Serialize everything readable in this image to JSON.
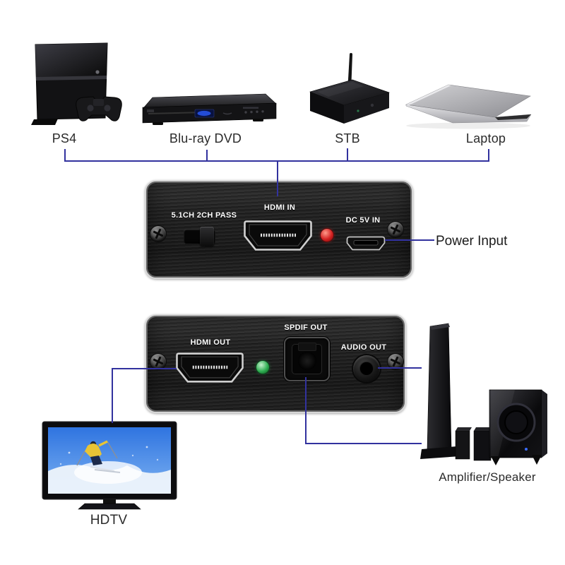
{
  "colors": {
    "background": "#ffffff",
    "cable": "#32329e",
    "label_text": "#2b2b2b",
    "port_label_text": "#ffffff",
    "led_red": "#d42222",
    "led_green": "#2fae52"
  },
  "sources": [
    {
      "id": "ps4",
      "label": "PS4"
    },
    {
      "id": "bluray",
      "label": "Blu-ray DVD"
    },
    {
      "id": "stb",
      "label": "STB"
    },
    {
      "id": "laptop",
      "label": "Laptop"
    }
  ],
  "extractor_front": {
    "switch_label": "5.1CH 2CH PASS",
    "hdmi_in_label": "HDMI IN",
    "power_port_label": "DC 5V IN"
  },
  "power_input_label": "Power Input",
  "extractor_rear": {
    "hdmi_out_label": "HDMI OUT",
    "spdif_out_label": "SPDIF OUT",
    "audio_out_label": "AUDIO OUT"
  },
  "outputs": [
    {
      "id": "hdtv",
      "label": "HDTV"
    },
    {
      "id": "speaker",
      "label": "Amplifier/Speaker"
    }
  ]
}
